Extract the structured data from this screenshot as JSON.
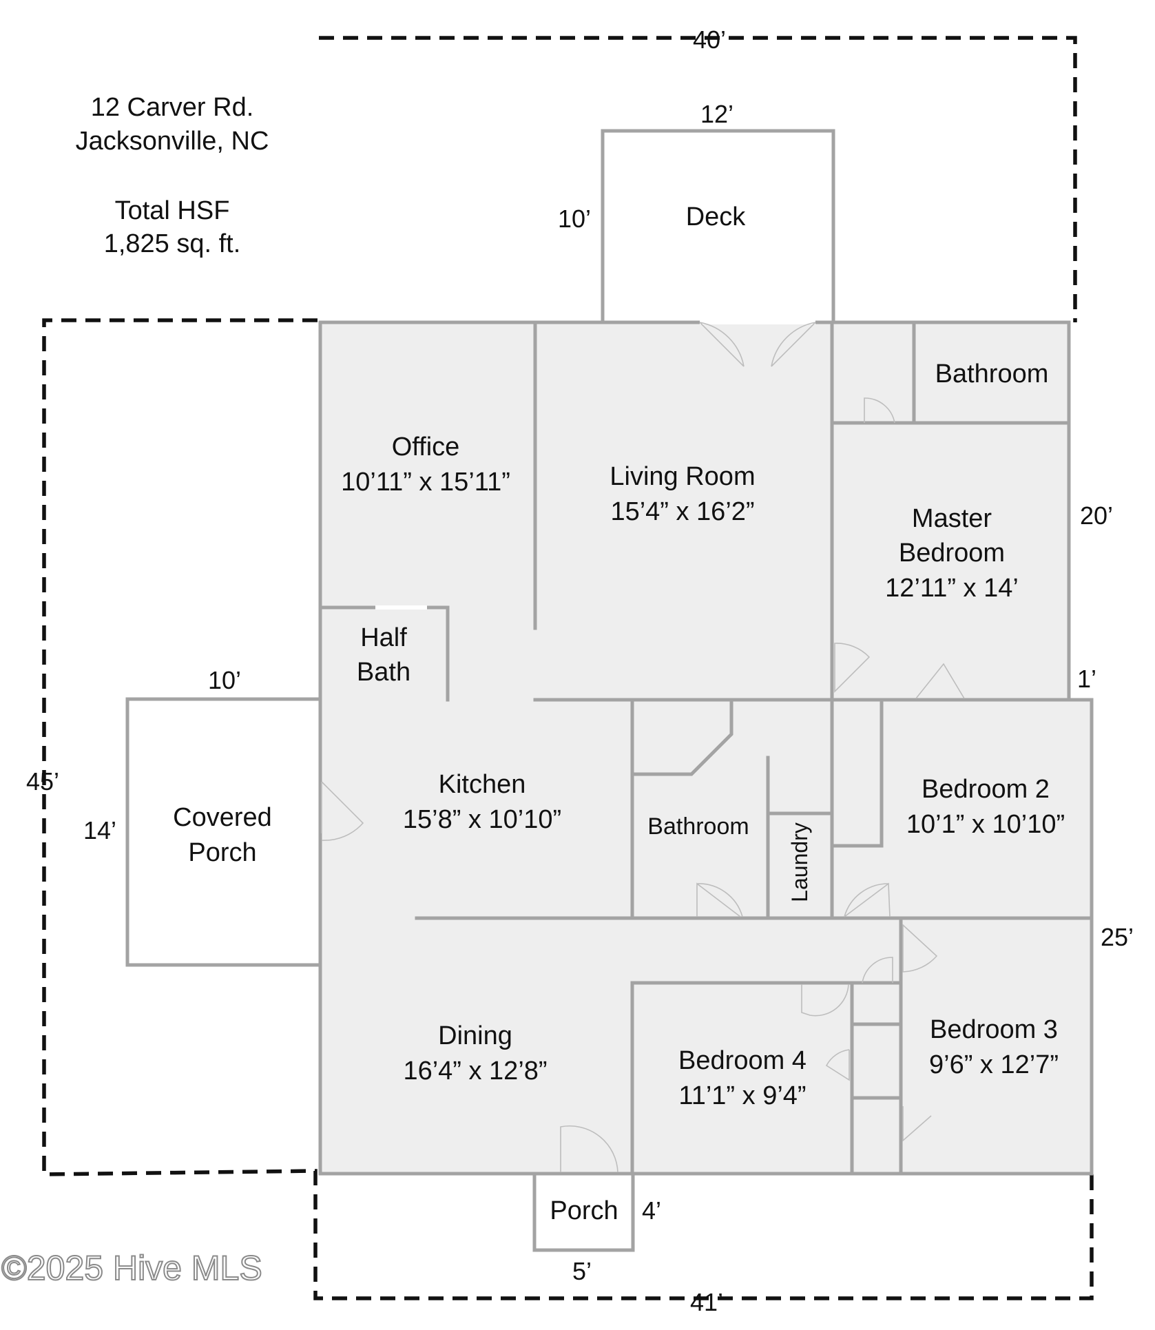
{
  "info": {
    "address_line1": "12 Carver Rd.",
    "address_line2": "Jacksonville, NC",
    "area_title": "Total HSF",
    "area_value": "1,825 sq. ft."
  },
  "rooms": {
    "deck": "Deck",
    "office": {
      "name": "Office",
      "size": "10’11” x 15’11”"
    },
    "living_room": {
      "name": "Living Room",
      "size": "15’4” x 16’2”"
    },
    "master_bath": "Bathroom",
    "master_bedroom": {
      "line1": "Master",
      "line2": "Bedroom",
      "size": "12’11” x 14’"
    },
    "half_bath": {
      "line1": "Half",
      "line2": "Bath"
    },
    "kitchen": {
      "name": "Kitchen",
      "size": "15’8” x 10’10”"
    },
    "hall_bath": "Bathroom",
    "laundry": "Laundry",
    "bedroom2": {
      "name": "Bedroom 2",
      "size": "10’1” x 10’10”"
    },
    "covered_porch": {
      "line1": "Covered",
      "line2": "Porch"
    },
    "dining": {
      "name": "Dining",
      "size": "16’4” x 12’8”"
    },
    "bedroom4": {
      "name": "Bedroom 4",
      "size": "11’1” x 9’4”"
    },
    "bedroom3": {
      "name": "Bedroom 3",
      "size": "9’6” x 12’7”"
    },
    "porch": "Porch"
  },
  "dimensions": {
    "top_width": "40’",
    "deck_width": "12’",
    "deck_depth": "10’",
    "right_upper": "20’",
    "right_step": "1’",
    "right_lower": "25’",
    "left_height": "45’",
    "porch_width": "10’",
    "porch_depth": "14’",
    "front_porch_depth": "4’",
    "front_porch_width": "5’",
    "bottom_width": "41’"
  },
  "watermark": "©2025 Hive MLS"
}
